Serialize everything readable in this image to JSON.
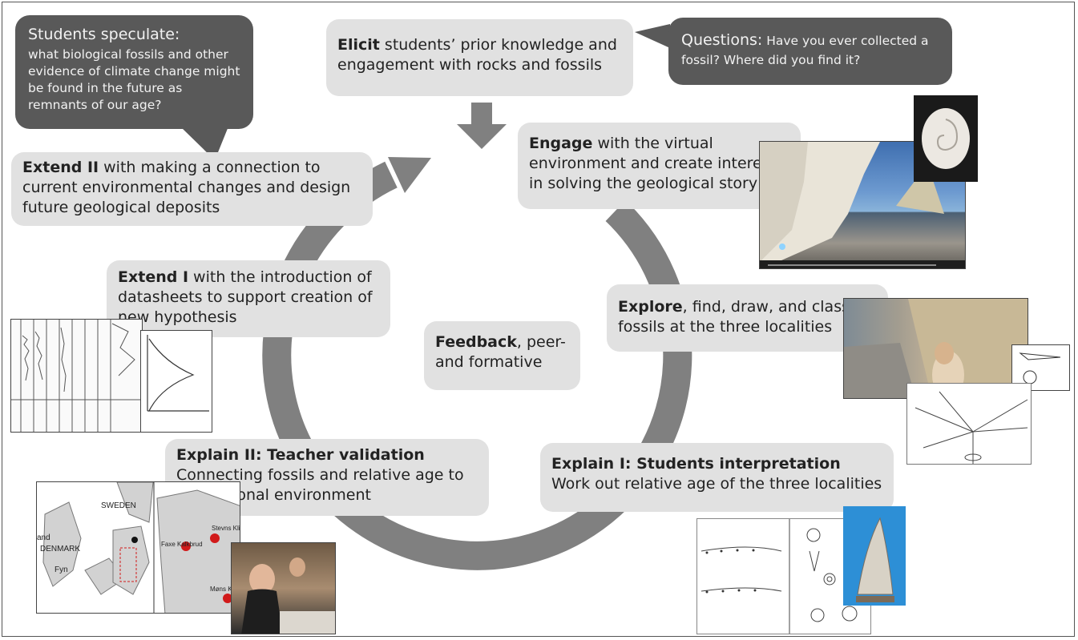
{
  "steps": {
    "elicit": {
      "head": "Elicit",
      "text": " students’ prior knowledge and engagement with rocks and fossils"
    },
    "engage": {
      "head": "Engage",
      "text": " with the virtual environment and create interest in solving the geological story"
    },
    "explore": {
      "head": "Explore",
      "text": ", find, draw, and classify fossils at the three localities"
    },
    "explain1": {
      "head": "Explain I: Students interpretation",
      "text": "Work out relative age of the three localities"
    },
    "explain2": {
      "head": "Explain II: Teacher validation",
      "text": "Connecting fossils and relative age to depositional environment"
    },
    "extend1": {
      "head": "Extend I",
      "text": " with the introduction of datasheets to support creation of new hypothesis"
    },
    "extend2": {
      "head": "Extend II",
      "text": " with making a connection to current environmental changes and design future geological deposits"
    },
    "feedback": {
      "head": "Feedback",
      "text": ", peer- and formative"
    }
  },
  "bubbles": {
    "speculate_title": "Students speculate:",
    "speculate_text": "what biological fossils and other evidence of climate change might be found in the future as remnants of our age?",
    "questions_title": "Questions:",
    "questions_text": " Have you ever collected a fossil? Where did you find it?"
  },
  "map": {
    "country_sweden": "SWEDEN",
    "country_denmark": "DENMARK",
    "island_fyn": "Fyn",
    "place_faxe": "Faxe Kalkbrud",
    "place_stevns": "Stevns Klint",
    "place_mons": "Møns Klint",
    "edge_land": "and"
  },
  "colors": {
    "box": "#e1e1e1",
    "bubble": "#595959",
    "arrow": "#808080",
    "map_dot": "#d11a1a"
  }
}
